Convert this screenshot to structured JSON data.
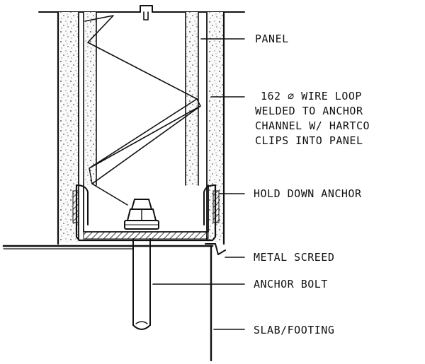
{
  "labels": {
    "panel": "PANEL",
    "wire_loop_1": "162 ∅ WIRE LOOP",
    "wire_loop_2": "WELDED TO ANCHOR",
    "wire_loop_3": "CHANNEL W/ HARTCO",
    "wire_loop_4": "CLIPS INTO PANEL",
    "hold_down": "HOLD DOWN ANCHOR",
    "screed": "METAL SCREED",
    "anchor_bolt": "ANCHOR BOLT",
    "slab": "SLAB/FOOTING"
  }
}
